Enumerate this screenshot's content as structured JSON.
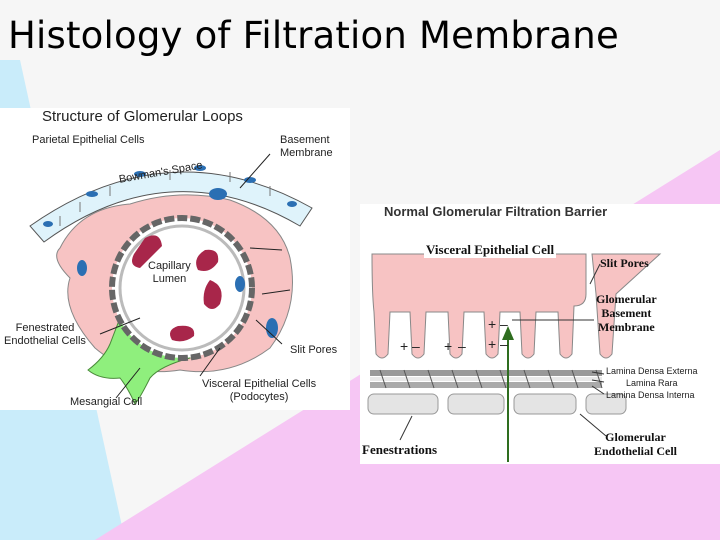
{
  "slide": {
    "title": "Histology of Filtration Membrane"
  },
  "left_diagram": {
    "heading": "Structure of Glomerular Loops",
    "labels": {
      "parietal": "Parietal Epithelial Cells",
      "basement": "Basement\nMembrane",
      "bowman": "Bowman's Space",
      "capillary": "Capillary\nLumen",
      "fenestrated": "Fenestrated\nEndothelial Cells",
      "slit": "Slit Pores",
      "visceral": "Visceral Epithelial Cells\n(Podocytes)",
      "mesangial": "Mesangial Cell"
    }
  },
  "right_diagram": {
    "heading": "Normal Glomerular Filtration Barrier",
    "labels": {
      "visceral": "Visceral Epithelial Cell",
      "slit": "Slit Pores",
      "gbm": "Glomerular\nBasement\nMembrane",
      "lde": "Lamina  Densa Externa",
      "lr": "Lamina Rara",
      "ldi": "Lamina  Densa Interna",
      "fenestrations": "Fenestrations",
      "endothelial": "Glomerular\nEndothelial Cell"
    },
    "charge_signs": {
      "plus": "+",
      "minus": "–"
    }
  },
  "colors": {
    "background": "#f6f6f6",
    "light_blue": "#c9ecfa",
    "pink": "#f6c6f4",
    "podocyte_pink": "#f7c3c3",
    "mesangial_green": "#8fef7d",
    "nucleus_blue": "#2b6fb3",
    "rbc_red": "#a8264a",
    "arrow_green": "#2e6d1f"
  }
}
